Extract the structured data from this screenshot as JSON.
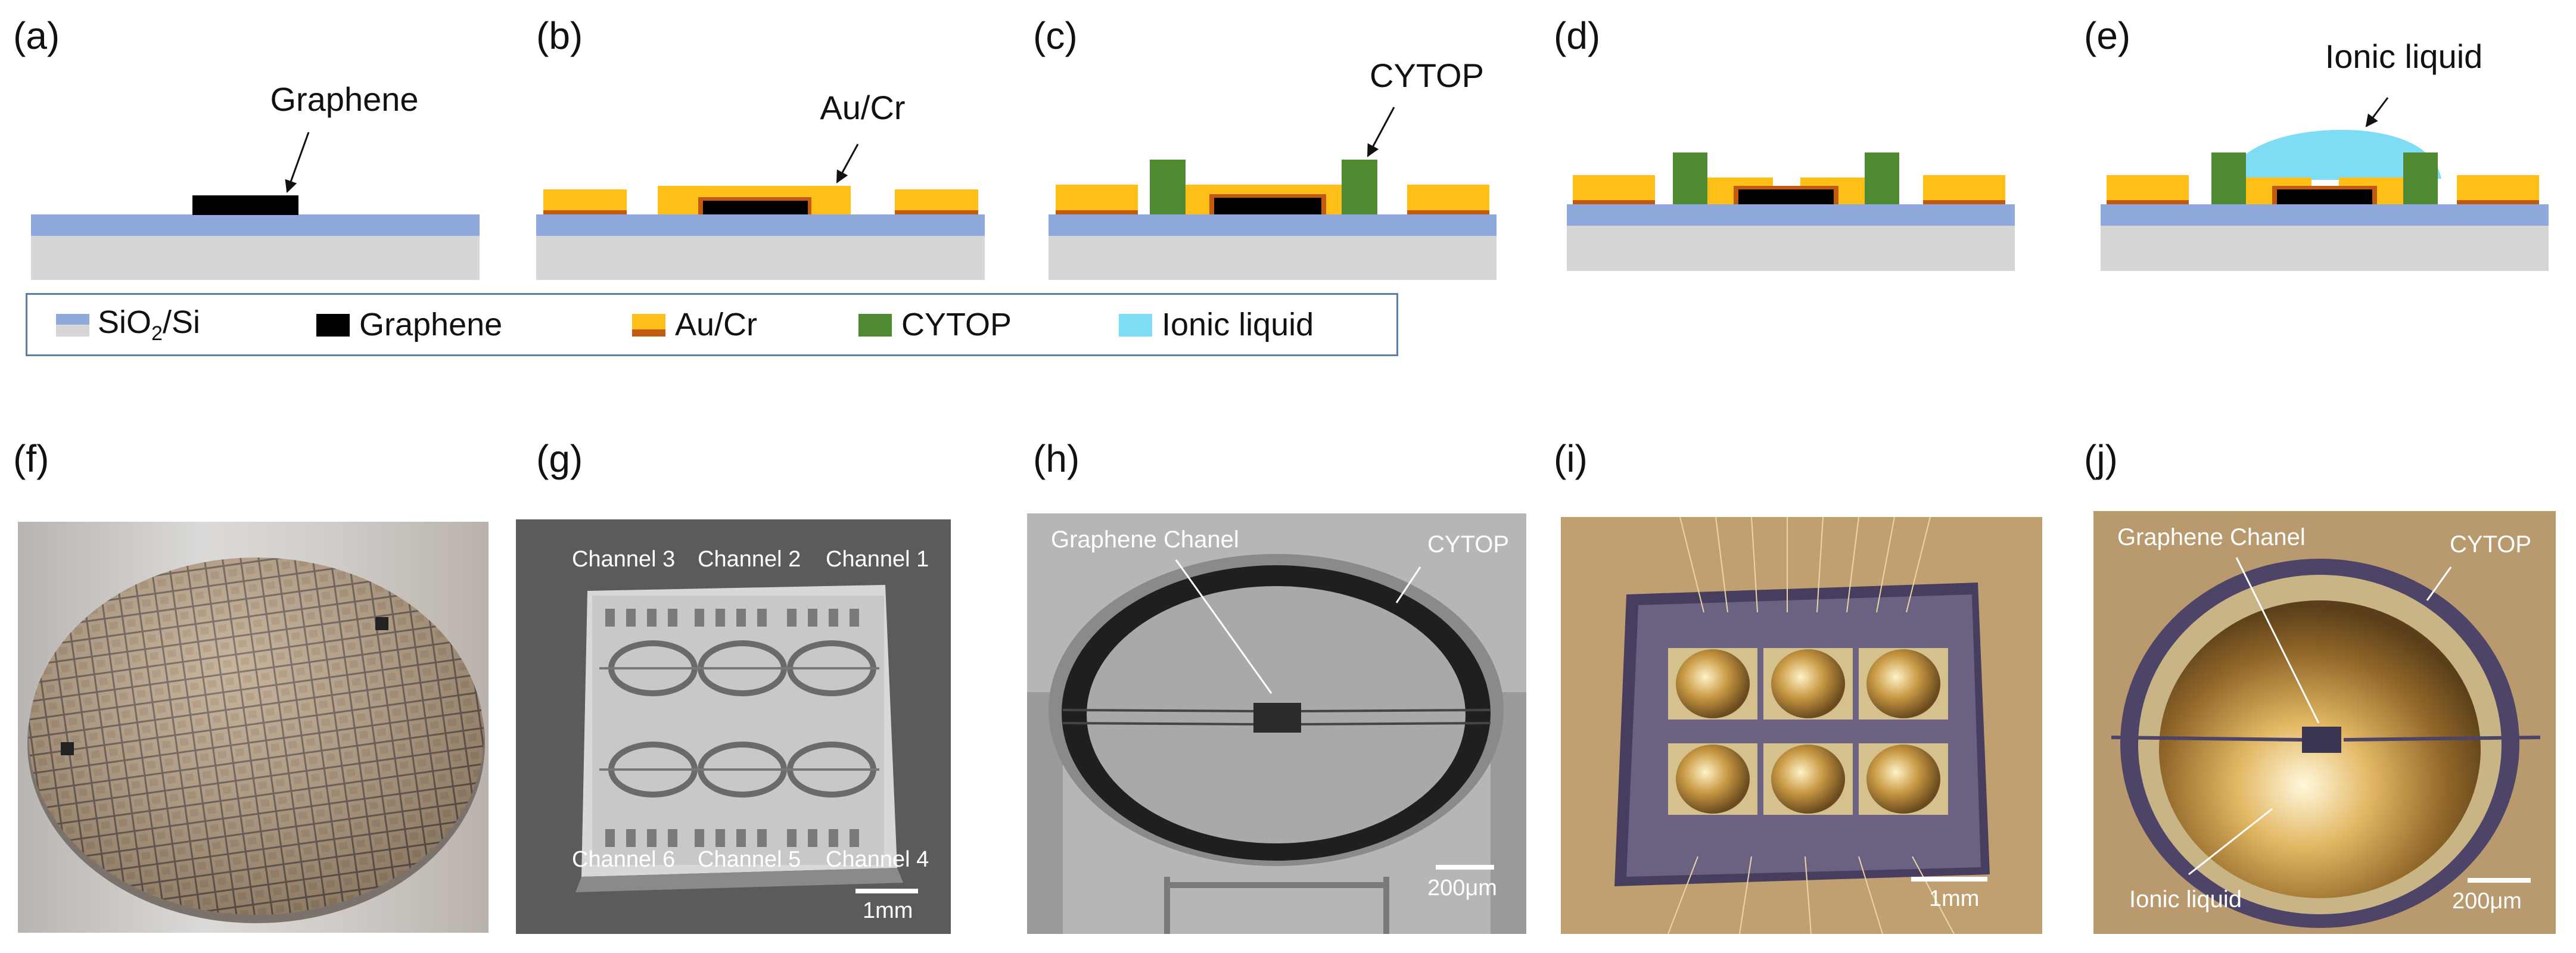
{
  "panels": {
    "a": {
      "label": "(a)",
      "annotation": "Graphene"
    },
    "b": {
      "label": "(b)",
      "annotation": "Au/Cr"
    },
    "c": {
      "label": "(c)",
      "annotation": "CYTOP"
    },
    "d": {
      "label": "(d)"
    },
    "e": {
      "label": "(e)",
      "annotation": "Ionic liquid"
    },
    "f": {
      "label": "(f)"
    },
    "g": {
      "label": "(g)",
      "channels_top": [
        "Channel 3",
        "Channel 2",
        "Channel 1"
      ],
      "channels_bottom": [
        "Channel 6",
        "Channel 5",
        "Channel 4"
      ],
      "scale": "1mm"
    },
    "h": {
      "label": "(h)",
      "graphene": "Graphene Chanel",
      "cytop": "CYTOP",
      "scale": "200μm"
    },
    "i": {
      "label": "(i)",
      "scale": "1mm"
    },
    "j": {
      "label": "(j)",
      "graphene": "Graphene Chanel",
      "cytop": "CYTOP",
      "ionic": "Ionic liquid",
      "scale": "200μm"
    }
  },
  "legend": {
    "sio2_prefix": "SiO",
    "sio2_sub": "2",
    "sio2_suffix": "/Si",
    "graphene": "Graphene",
    "aucr": "Au/Cr",
    "cytop": "CYTOP",
    "ionic": "Ionic liquid"
  },
  "colors": {
    "sio2": "#8fa9dc",
    "si": "#d6d6d6",
    "graphene": "#000000",
    "gold": "#fdbf18",
    "chromium": "#c25a12",
    "cytop": "#4f8a33",
    "ionic": "#7fdcf5"
  }
}
